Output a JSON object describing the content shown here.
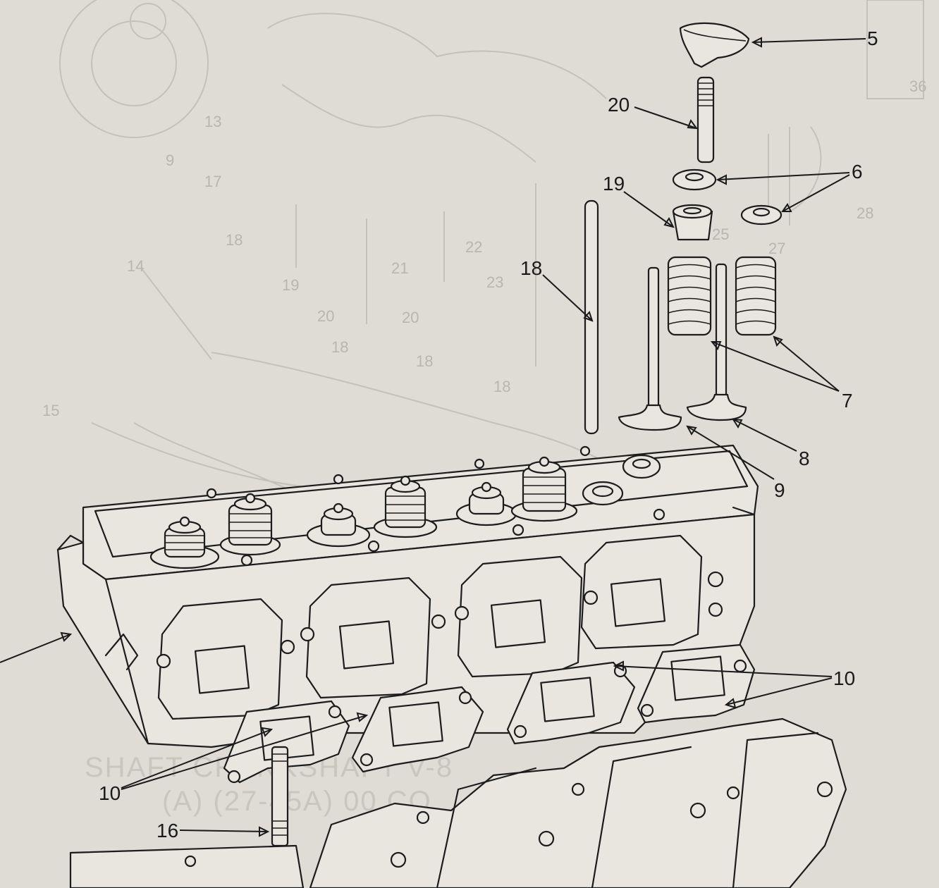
{
  "callouts": {
    "c5": "5",
    "c20": "20",
    "c6": "6",
    "c19": "19",
    "c18": "18",
    "c7": "7",
    "c8": "8",
    "c9": "9",
    "c10_right": "10",
    "c10_left": "10",
    "c16": "16"
  },
  "ghost_callouts": [
    "18",
    "20",
    "21",
    "22",
    "23",
    "20",
    "18",
    "18",
    "18",
    "14",
    "15",
    "17",
    "19",
    "13",
    "9",
    "28",
    "36",
    "27",
    "25"
  ],
  "bleed_text": {
    "line1": "SHAFT  CRANKSHAFT  V-8",
    "line2": "(A)  (27-45A)  00  CO"
  }
}
